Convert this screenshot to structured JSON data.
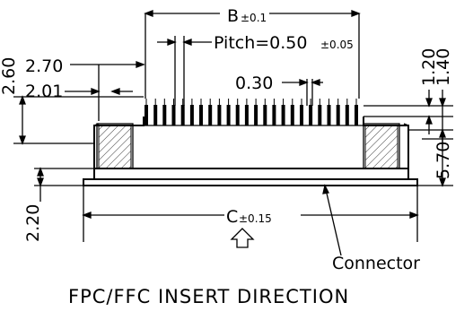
{
  "dimensions": {
    "b_main": "B",
    "b_tol": "±0.1",
    "pitch_label": "Pitch=0.50",
    "pitch_tol": "±0.05",
    "pin_width": "0.30",
    "left_top": "2.60",
    "left_offset": "2.70",
    "left_inner": "2.01",
    "right_a": "1.20",
    "right_b": "1.40",
    "right_height": "5.70",
    "base_height": "2.20",
    "c_main": "C",
    "c_tol": "±0.15"
  },
  "labels": {
    "connector": "Connector",
    "insert_direction": "FPC/FFC INSERT DIRECTION"
  },
  "icons": {
    "insert_arrow": "up-arrow-icon"
  },
  "drawing": {
    "pin_count": 24
  }
}
